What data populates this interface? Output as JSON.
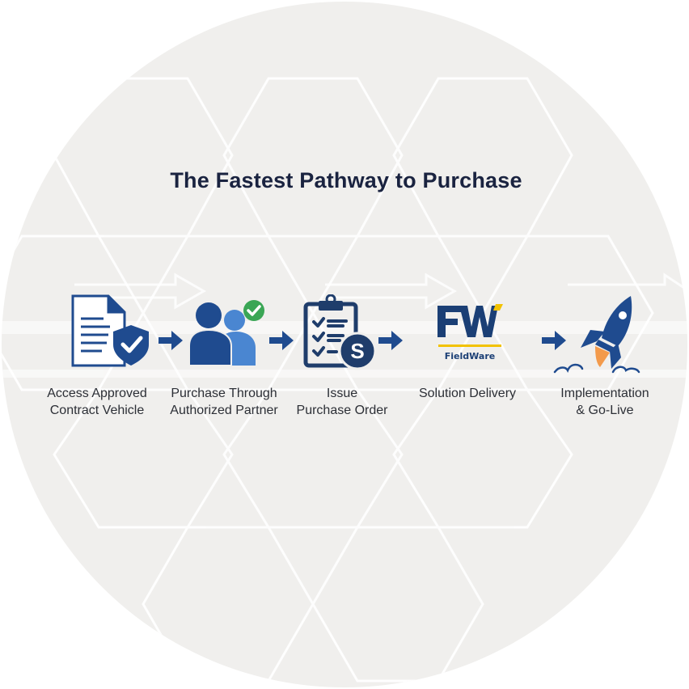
{
  "title": "The Fastest Pathway to Purchase",
  "colors": {
    "navy": "#1f4b8f",
    "light_blue": "#4a86d1",
    "green": "#3aa655",
    "orange": "#f39a4b",
    "yellow": "#f2c200",
    "background": "#f0efed",
    "title_text": "#1a2340"
  },
  "steps": [
    {
      "icon": "document-shield-icon",
      "line1": "Access Approved",
      "line2": "Contract Vehicle"
    },
    {
      "icon": "users-check-icon",
      "line1": "Purchase Through",
      "line2": "Authorized Partner"
    },
    {
      "icon": "clipboard-dollar-icon",
      "line1": "Issue",
      "line2": "Purchase Order"
    },
    {
      "icon": "fieldware-logo",
      "line1": "Solution Delivery",
      "line2": ""
    },
    {
      "icon": "rocket-icon",
      "line1": "Implementation",
      "line2": "& Go-Live"
    }
  ],
  "logo": {
    "mark": "FW",
    "name": "FieldWare"
  }
}
